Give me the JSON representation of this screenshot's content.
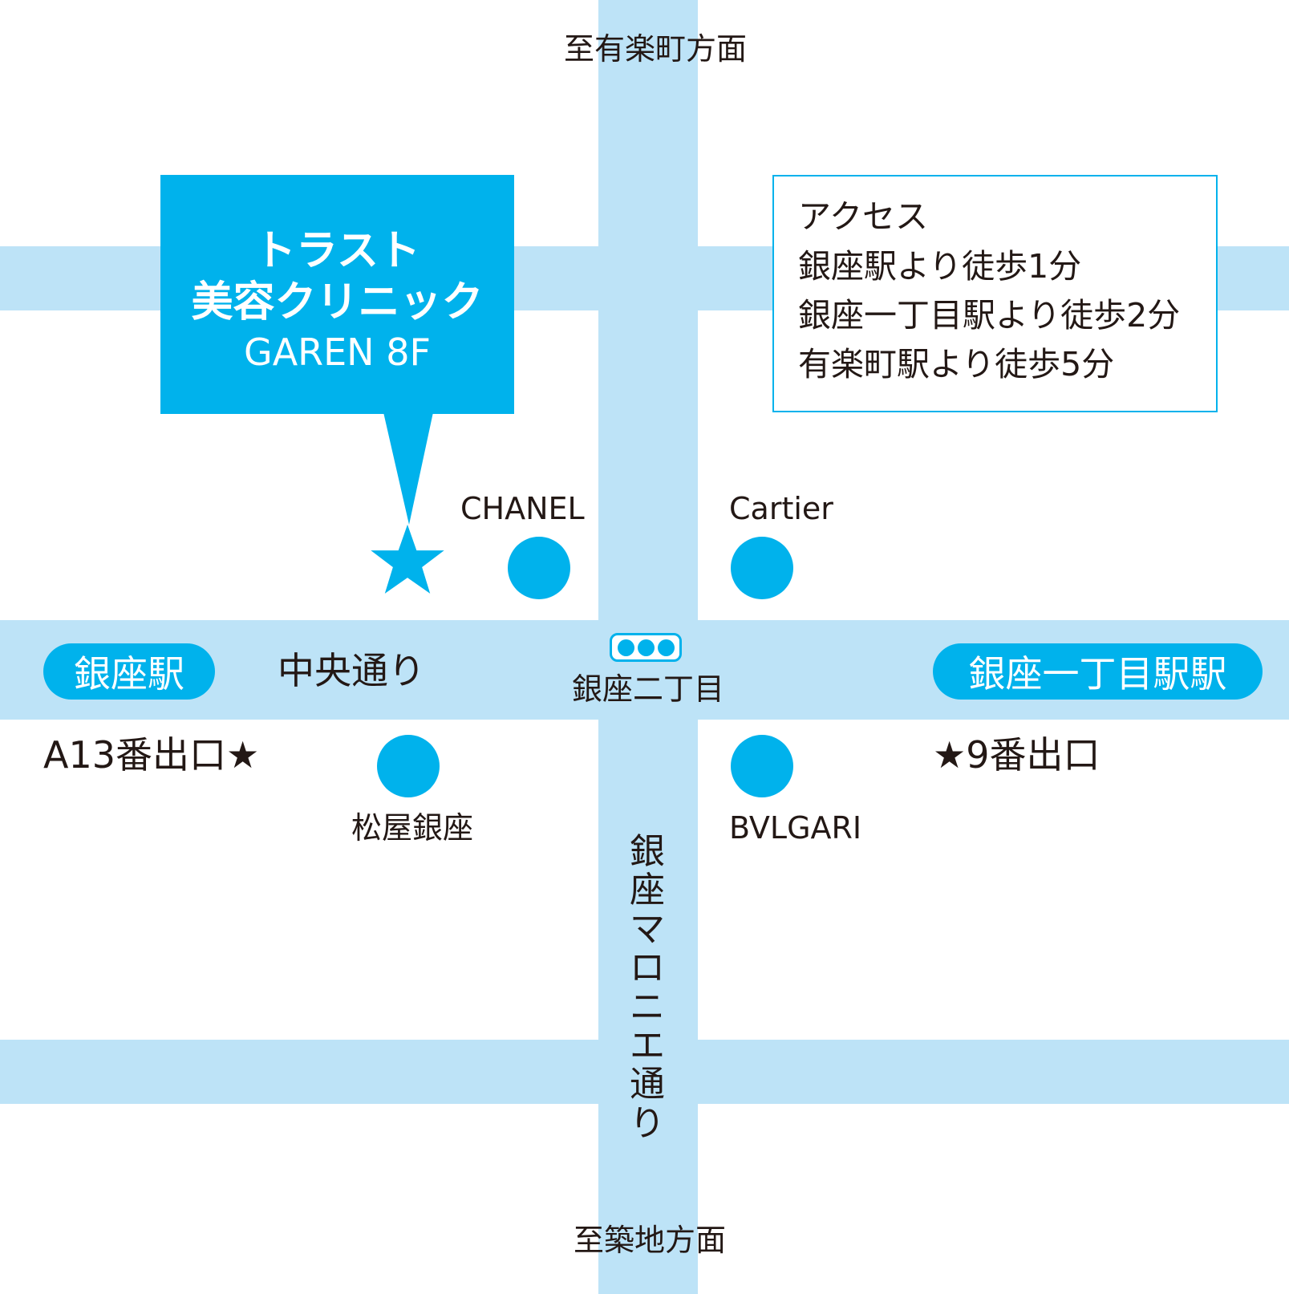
{
  "colors": {
    "road": "#bde3f7",
    "accent": "#00b2ec",
    "text": "#231815"
  },
  "directions": {
    "north": "至有楽町方面",
    "south": "至築地方面"
  },
  "clinic": {
    "name_line1": "トラスト",
    "name_line2": "美容クリニック",
    "floor": "GAREN 8F",
    "marker_icon": "star-icon"
  },
  "access": {
    "heading": "アクセス",
    "lines": [
      "銀座駅より徒歩1分",
      "銀座一丁目駅より徒歩2分",
      "有楽町駅より徒歩5分"
    ]
  },
  "landmarks": {
    "chanel": "CHANEL",
    "cartier": "Cartier",
    "matsuya": "松屋銀座",
    "bvlgari": "BVLGARI"
  },
  "stations": {
    "ginza": "銀座駅",
    "ginza_itchome": "銀座一丁目駅駅"
  },
  "streets": {
    "chuo": "中央通り",
    "marronnier": "銀座マロニエ通り"
  },
  "intersection": {
    "name": "銀座二丁目",
    "icon": "traffic-light-icon"
  },
  "exits": {
    "ginza": "A13番出口★",
    "ginza_itchome": "★9番出口"
  }
}
